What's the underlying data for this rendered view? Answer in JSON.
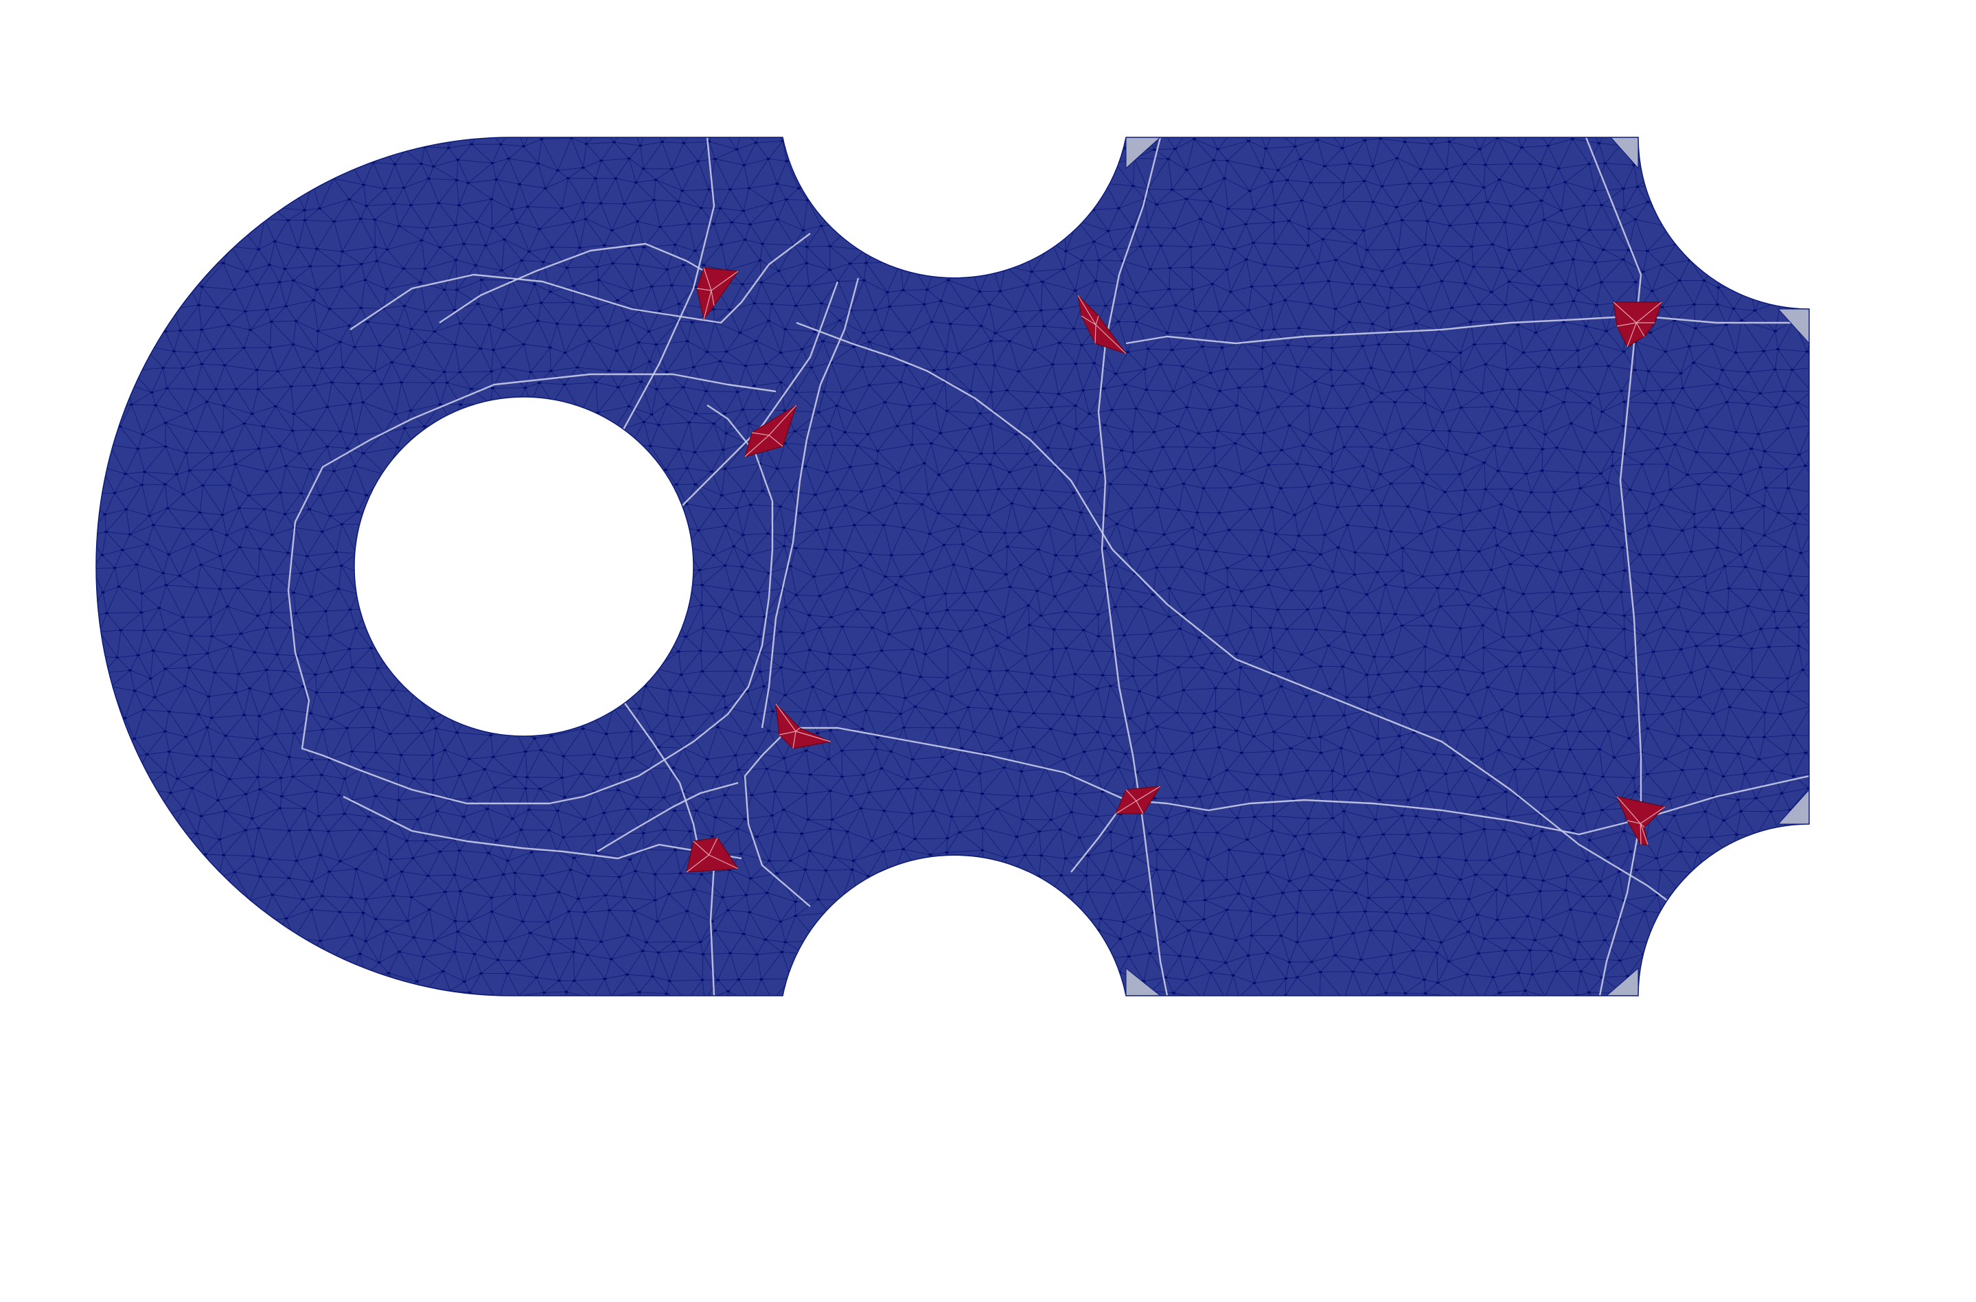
{
  "colors": {
    "background": "#ffffff",
    "mesh_fill": "#2e3a8f",
    "mesh_edge": "#0b1a7a",
    "mesh_node": "#000a6e",
    "partition_line": "#c9cde8",
    "highlight_fill": "#9e0a2a",
    "corner_fill": "#a9b0c7"
  },
  "legend_items": [
    {
      "name": "mesh-region",
      "color": "#2e3a8f"
    },
    {
      "name": "highlighted-elements",
      "color": "#9e0a2a"
    },
    {
      "name": "corner-elements",
      "color": "#a9b0c7"
    }
  ]
}
